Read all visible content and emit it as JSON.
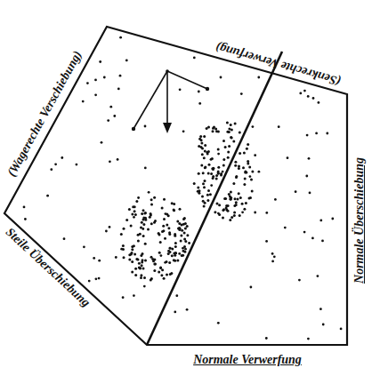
{
  "diagram": {
    "labels": [
      "(Wagerechte Verschiebung)",
      "(Senkrechte Verwerfung)",
      "Steile Überschiebung",
      "Normale Überschiebung",
      "Normale Verwerfung"
    ]
  }
}
